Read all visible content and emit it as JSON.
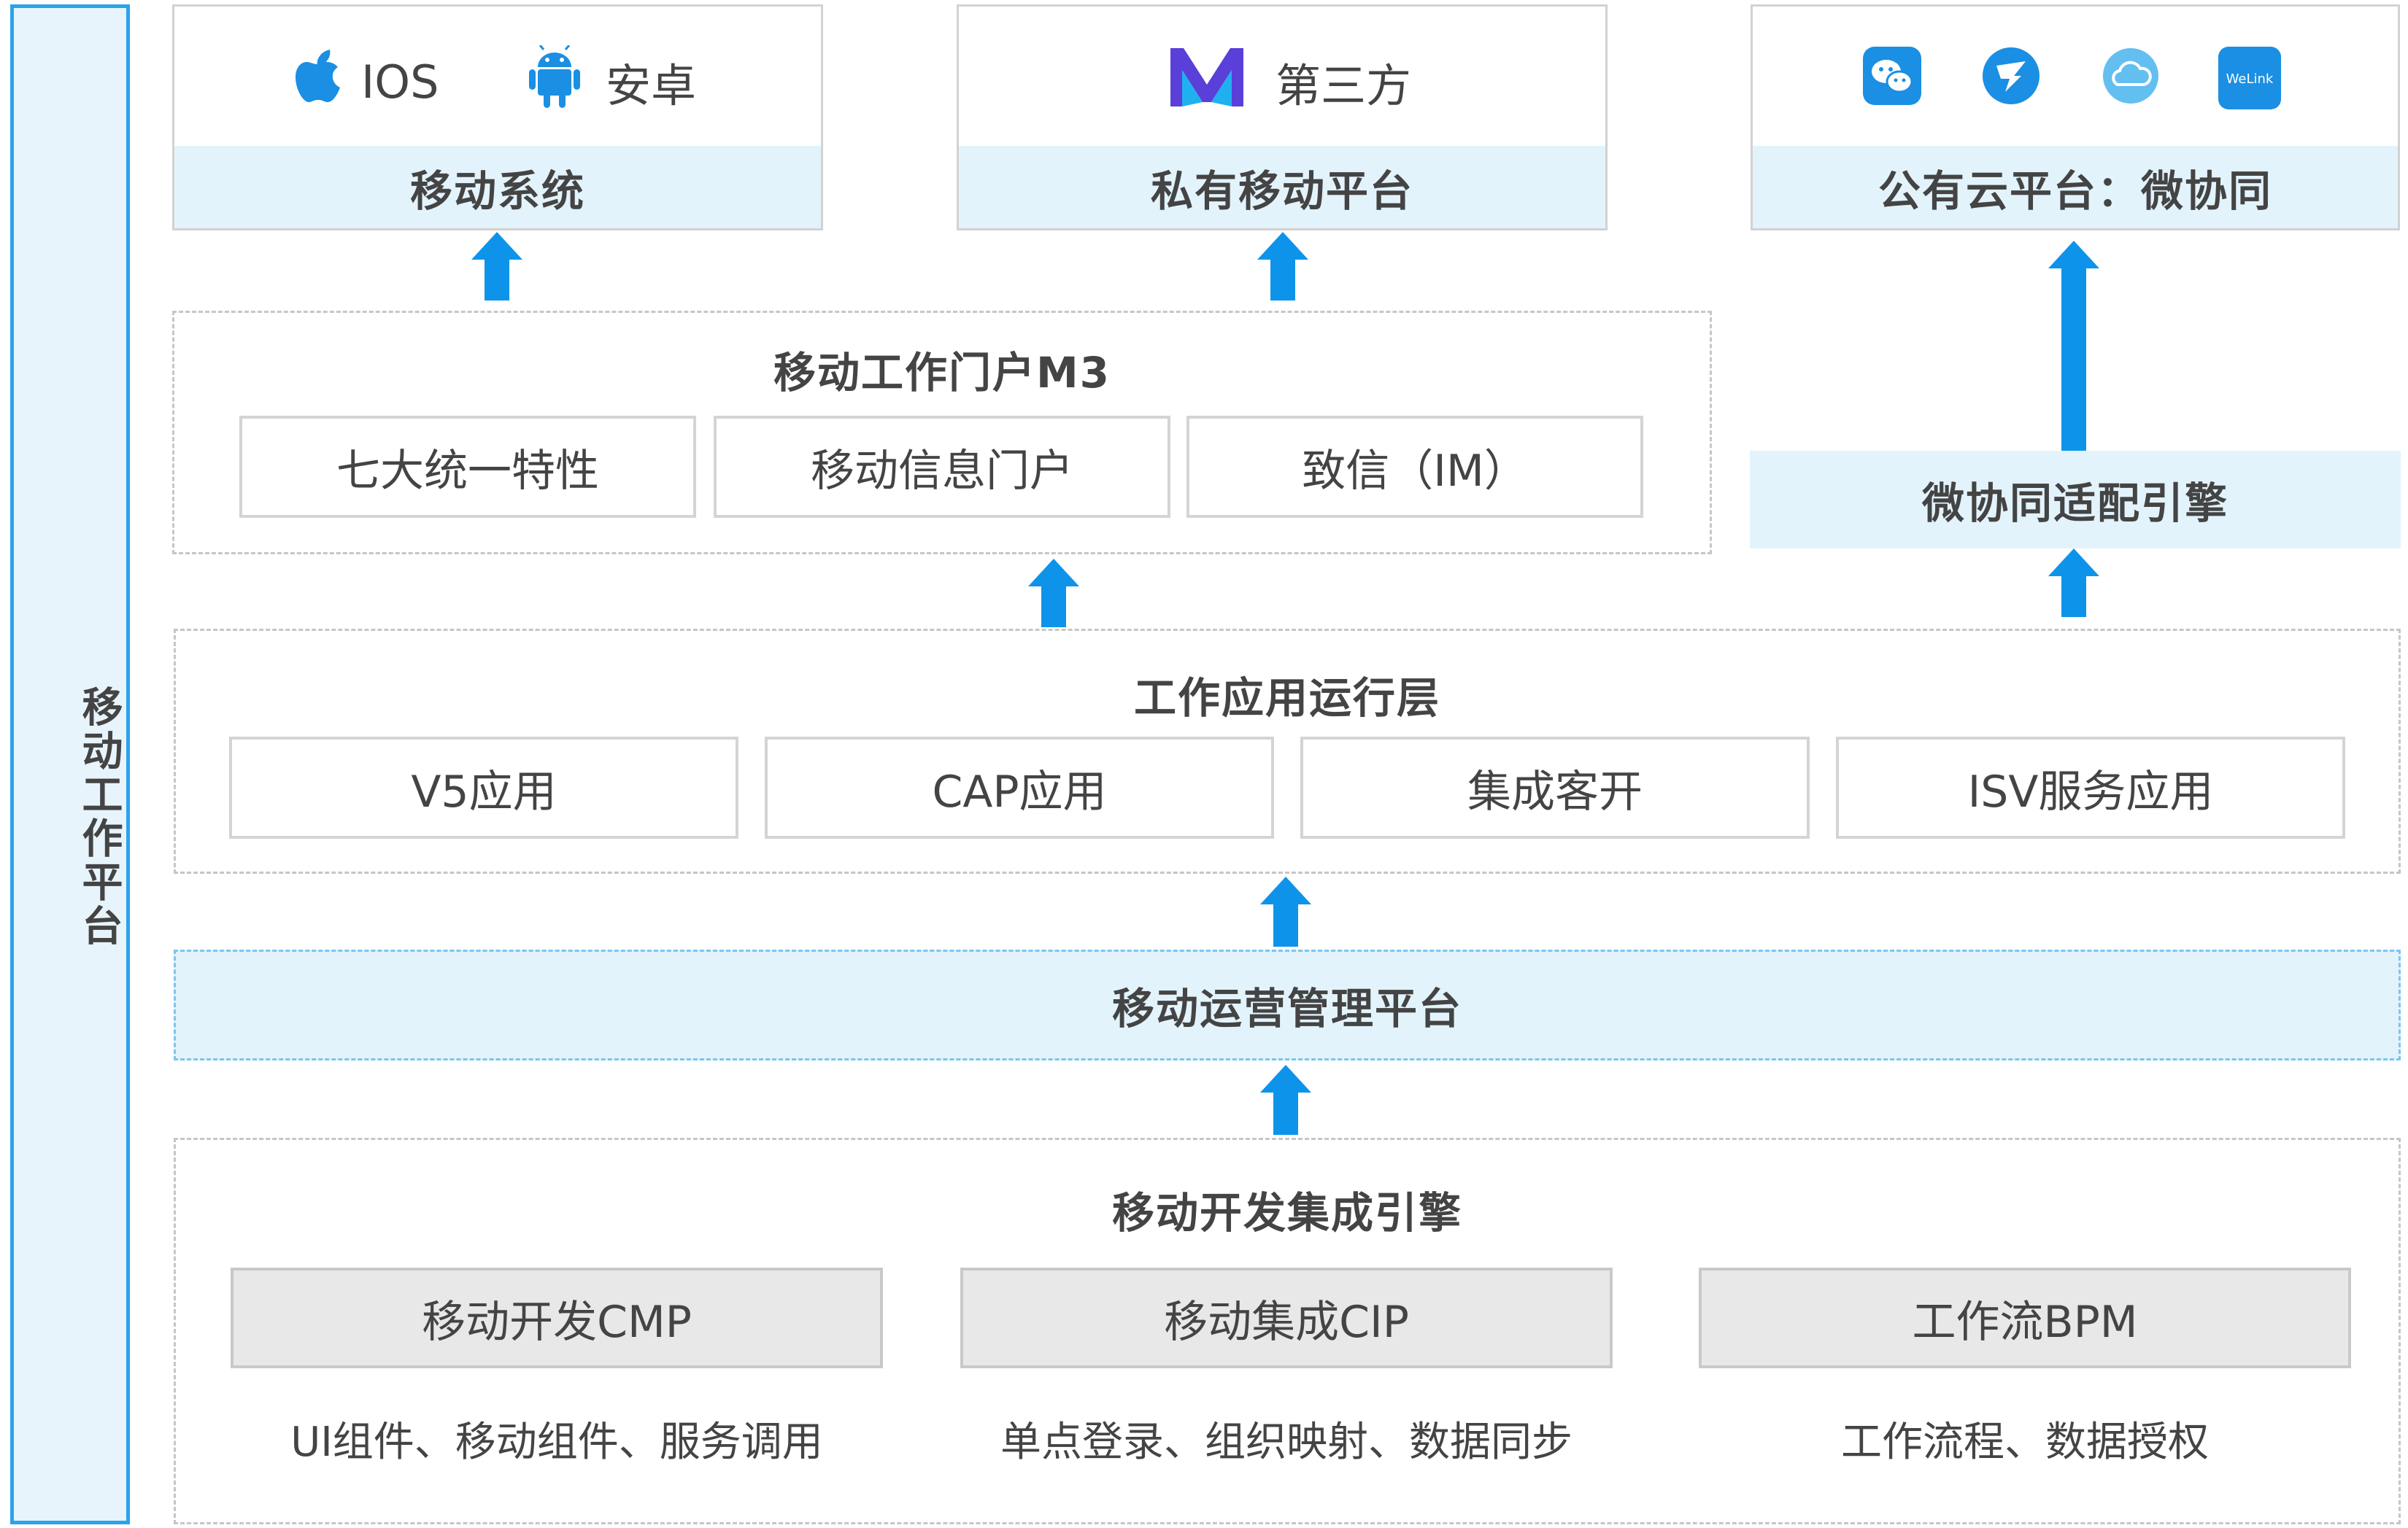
{
  "side_label": "移动工作平台",
  "top": {
    "mobile": {
      "ios": "IOS",
      "android": "安卓",
      "band": "移动系统"
    },
    "private": {
      "logo_text": "第三方",
      "band": "私有移动平台"
    },
    "public": {
      "welink": "WeLink",
      "band": "公有云平台：微协同"
    }
  },
  "m3": {
    "title": "移动工作门户M3",
    "items": [
      "七大统一特性",
      "移动信息门户",
      "致信（IM）"
    ]
  },
  "adapter": "微协同适配引擎",
  "runtime": {
    "title": "工作应用运行层",
    "items": [
      "V5应用",
      "CAP应用",
      "集成客开",
      "ISV服务应用"
    ]
  },
  "ops": "移动运营管理平台",
  "dev": {
    "title": "移动开发集成引擎",
    "modules": [
      {
        "name": "移动开发CMP",
        "desc": "UI组件、移动组件、服务调用"
      },
      {
        "name": "移动集成CIP",
        "desc": "单点登录、组织映射、数据同步"
      },
      {
        "name": "工作流BPM",
        "desc": "工作流程、数据授权"
      }
    ]
  },
  "colors": {
    "accent": "#0d94ea",
    "band": "#e3f3fc",
    "side_border": "#2ba3ea"
  },
  "icons": [
    "apple-icon",
    "android-icon",
    "m-logo-icon",
    "wechat-icon",
    "dingtalk-icon",
    "cloud-icon",
    "welink-icon"
  ]
}
